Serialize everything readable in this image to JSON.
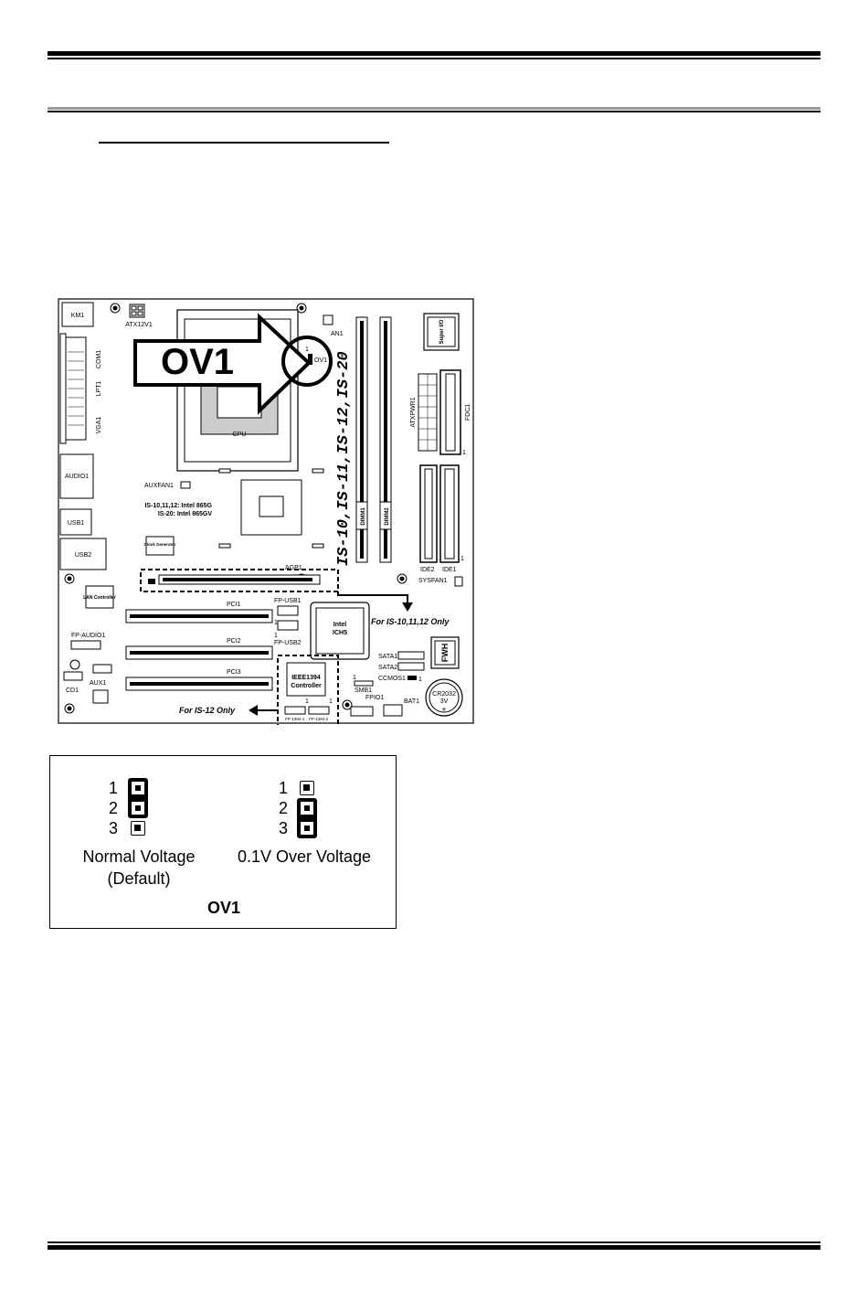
{
  "board": {
    "callout": "OV1",
    "labels": {
      "km1": "KM1",
      "atx12v1": "ATX12V1",
      "com1": "COM1",
      "lpt1": "LPT1",
      "vga1": "VGA1",
      "audio1": "AUDIO1",
      "usb1": "USB1",
      "usb2": "USB2",
      "cpu": "CPU",
      "cpufan": "AN1",
      "ov1_small": "OV1",
      "ov1_pin1": "1",
      "auxfan1": "AUXFAN1",
      "chipset_line1": "IS-10,11,12: Intel 865G",
      "chipset_line2": "IS-20: Intel 865GV",
      "clock_gen": "Clock Generator",
      "lan": "LAN Controller",
      "agp1": "AGP1",
      "pci1": "PCI1",
      "pci2": "PCI2",
      "pci3": "PCI3",
      "fp_usb1": "FP-USB1",
      "fp_usb2": "FP-USB2",
      "fp_audio1": "FP-AUDIO1",
      "cd1": "CD1",
      "aux1": "AUX1",
      "ich5_line1": "Intel",
      "ich5_line2": "ICH5",
      "ieee_line1": "IEEE1394",
      "ieee_line2": "Controller",
      "fp1394_1": "FP-1394-1",
      "fp1394_2": "FP-1394-2",
      "smb1": "SMB1",
      "fpio1": "FPIO1",
      "bat1": "BAT1",
      "battery_line1": "CR2032",
      "battery_line2": "3V",
      "sata1": "SATA1",
      "sata2": "SATA2",
      "ccmos1": "CCMOS1",
      "fwh": "FWH",
      "super_io": "Super I/O",
      "atxpwr1": "ATXPWR1",
      "fdc1": "FDC1",
      "ide1": "IDE1",
      "ide2": "IDE2",
      "sysfan1": "SYSFAN1",
      "dimm1": "DIMM1",
      "dimm2": "DIMM2",
      "model_vertical": "IS-10,IS-11,IS-12,IS-20",
      "for_is101112": "For IS-10,11,12 Only",
      "for_is12": "For IS-12 Only",
      "pin_one": "1"
    }
  },
  "jumper": {
    "pin_labels": [
      "1",
      "2",
      "3"
    ],
    "normal_line1": "Normal Voltage",
    "normal_line2": "(Default)",
    "over": "0.1V Over Voltage",
    "title": "OV1"
  }
}
